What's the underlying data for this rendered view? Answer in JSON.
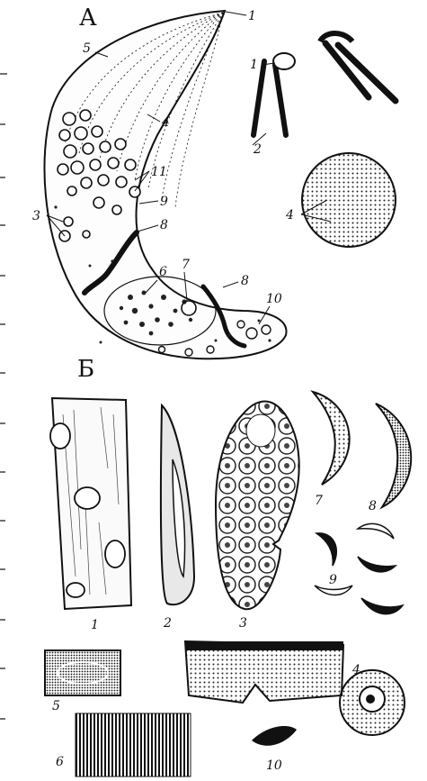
{
  "section_a": {
    "title": "А",
    "labels": [
      "1",
      "5",
      "4",
      "11",
      "3",
      "9",
      "8",
      "6",
      "7",
      "8",
      "10",
      "1",
      "2",
      "4"
    ]
  },
  "section_b": {
    "title": "Б",
    "labels": [
      "1",
      "2",
      "3",
      "7",
      "8",
      "9",
      "5",
      "4",
      "6",
      "10"
    ]
  }
}
